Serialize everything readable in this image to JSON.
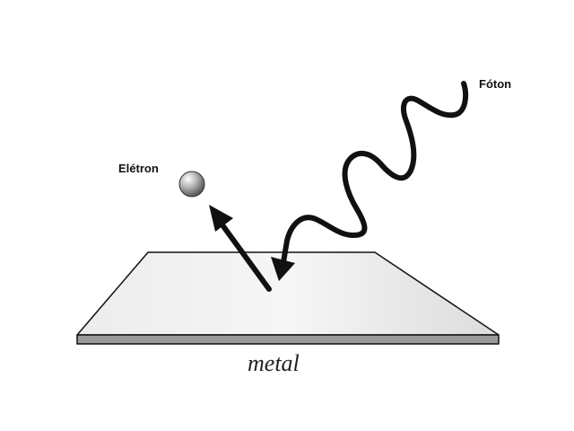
{
  "labels": {
    "photon": "Fóton",
    "electron": "Elétron",
    "metal": "metal"
  },
  "colors": {
    "plate_top": "#e4e4e4",
    "plate_edge": "#9a9a9a",
    "outline": "#111111",
    "electron_ball": "#8a8a8a"
  },
  "icons": {
    "photon": "wavy-arrow",
    "electron": "sphere",
    "emission": "straight-arrow"
  }
}
